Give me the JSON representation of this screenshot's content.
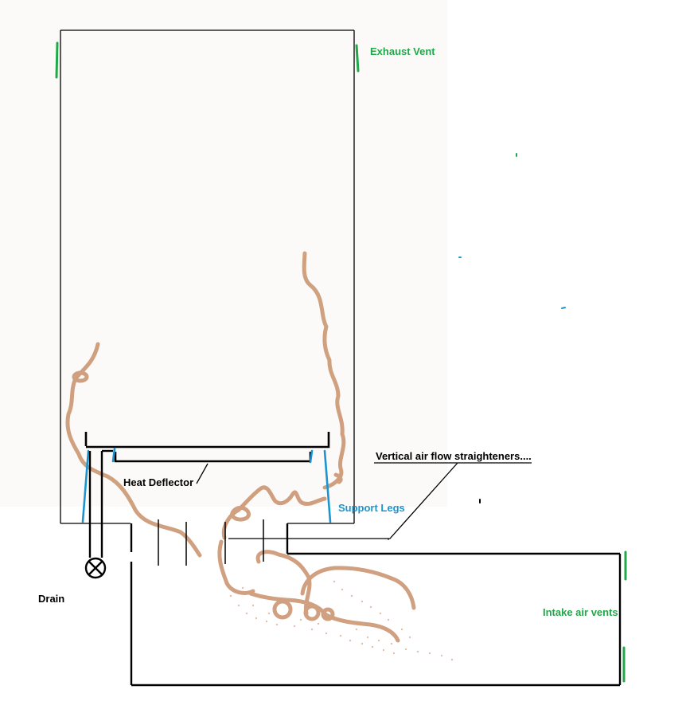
{
  "labels": {
    "exhaust_vent": "Exhaust Vent",
    "straighteners": "Vertical air flow straighteners....",
    "heat_deflector": "Heat Deflector",
    "support_legs": "Support Legs",
    "drain": "Drain",
    "intake_air_vents": "Intake air vents"
  },
  "colors": {
    "outline": "#000000",
    "vent_green": "#22a84a",
    "leg_blue": "#1b95d0",
    "smoke": "#c8906a",
    "background_panel": "#fbfaf8"
  },
  "icons": {
    "drain_valve": "valve-cross-icon"
  }
}
